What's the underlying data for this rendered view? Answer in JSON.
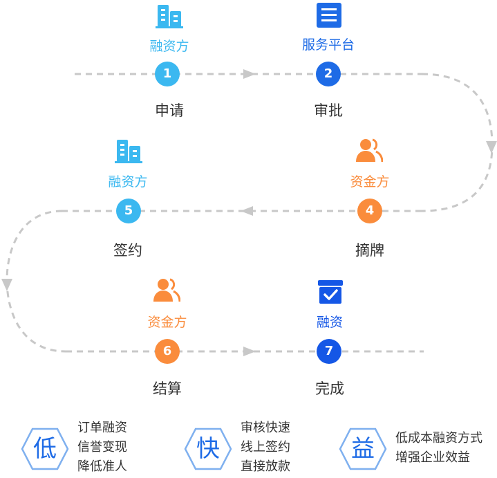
{
  "colors": {
    "sky": "#3bb8f0",
    "blue": "#1e6be6",
    "royal": "#1557e6",
    "orange": "#fa8c3c",
    "dash": "#c8c8c8",
    "hex_border": "#7fb0ef",
    "text": "#333333"
  },
  "steps": [
    {
      "number": "1",
      "role": "融资方",
      "action": "申请",
      "role_color": "sky",
      "icon": "building-icon"
    },
    {
      "number": "2",
      "role": "服务平台",
      "action": "审批",
      "role_color": "blue",
      "icon": "list-doc-icon"
    },
    {
      "number": "4",
      "role": "资金方",
      "action": "摘牌",
      "role_color": "orange",
      "icon": "people-icon"
    },
    {
      "number": "5",
      "role": "融资方",
      "action": "签约",
      "role_color": "sky",
      "icon": "building-icon"
    },
    {
      "number": "6",
      "role": "资金方",
      "action": "结算",
      "role_color": "orange",
      "icon": "people-icon"
    },
    {
      "number": "7",
      "role": "融资",
      "action": "完成",
      "role_color": "royal",
      "icon": "check-box-icon"
    }
  ],
  "features": [
    {
      "char": "低",
      "lines": [
        "订单融资",
        "信誉变现",
        "降低准人"
      ]
    },
    {
      "char": "快",
      "lines": [
        "审核快速",
        "线上签约",
        "直接放款"
      ]
    },
    {
      "char": "益",
      "lines": [
        "低成本融资方式",
        "增强企业效益"
      ]
    }
  ]
}
